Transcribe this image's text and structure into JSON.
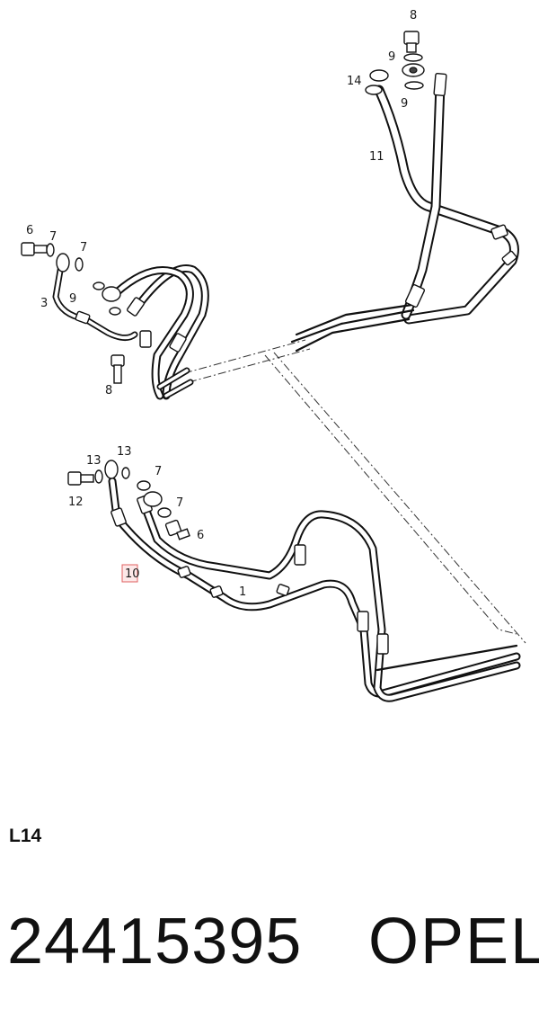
{
  "diagram": {
    "callouts": [
      {
        "id": "c8_top",
        "text": "8"
      },
      {
        "id": "c9_top",
        "text": "9"
      },
      {
        "id": "c14",
        "text": "14"
      },
      {
        "id": "c9_mid",
        "text": "9"
      },
      {
        "id": "c11",
        "text": "11"
      },
      {
        "id": "c6_left",
        "text": "6"
      },
      {
        "id": "c7_a",
        "text": "7"
      },
      {
        "id": "c7_b",
        "text": "7"
      },
      {
        "id": "c3",
        "text": "3"
      },
      {
        "id": "c9_left",
        "text": "9"
      },
      {
        "id": "c8_left",
        "text": "8"
      },
      {
        "id": "c13_a",
        "text": "13"
      },
      {
        "id": "c13_b",
        "text": "13"
      },
      {
        "id": "c12",
        "text": "12"
      },
      {
        "id": "c7_c",
        "text": "7"
      },
      {
        "id": "c7_d",
        "text": "7"
      },
      {
        "id": "c6_right",
        "text": "6"
      },
      {
        "id": "c10",
        "text": "10"
      },
      {
        "id": "c1",
        "text": "1"
      }
    ],
    "highlighted_callout": "10",
    "highlight_color": "#e06060"
  },
  "footer": {
    "section_label": "L14",
    "part_number": "24415395",
    "brand": "OPEL"
  }
}
